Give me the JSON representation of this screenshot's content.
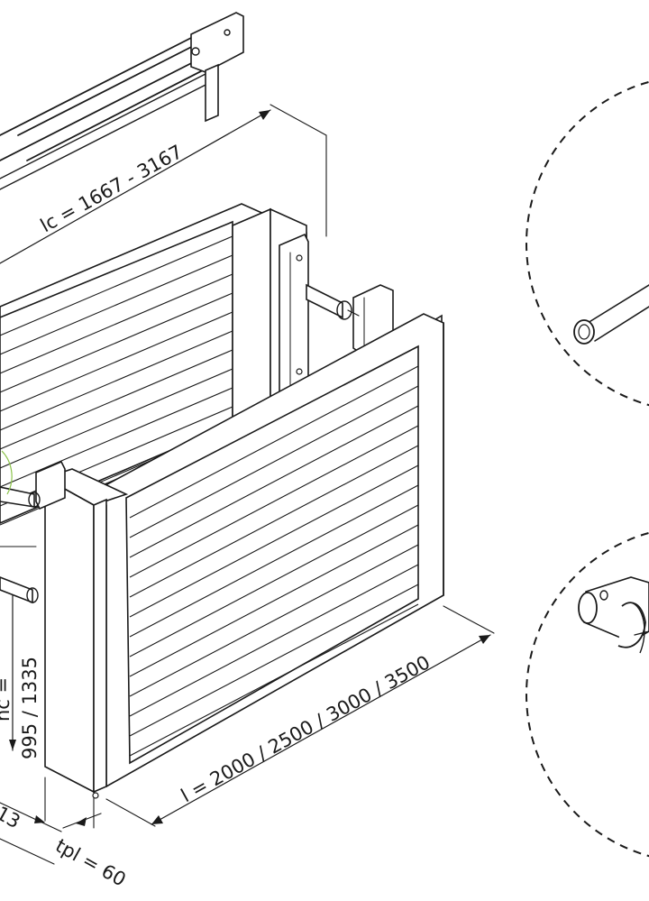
{
  "labels": {
    "lc": "lc = 1667 - 3167",
    "l": "l = 2000 / 2500 / 3000 / 3500",
    "h": "995 / 1335",
    "hc": "hc = ",
    "tpl": "tpl = 60",
    "edge_fragment": "13"
  },
  "colors": {
    "line": "#1a1a1a",
    "accent_green": "#8bc34a",
    "background": "#ffffff"
  },
  "icons": [
    "detail-circle-upper",
    "detail-circle-lower"
  ]
}
